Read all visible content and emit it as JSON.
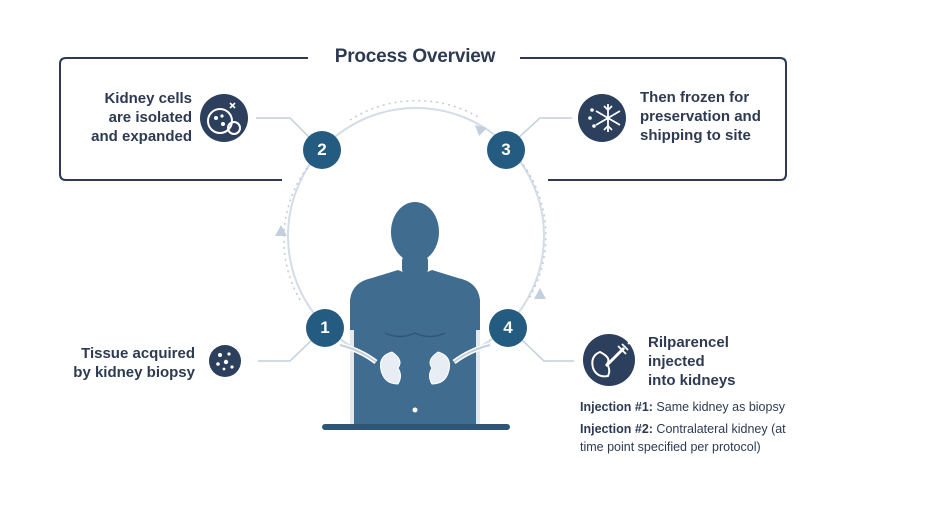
{
  "title": "Process Overview",
  "steps": [
    {
      "number": "1",
      "label_lines": [
        "Tissue acquired",
        "by kidney biopsy"
      ]
    },
    {
      "number": "2",
      "label_lines": [
        "Kidney cells",
        "are isolated",
        "and expanded"
      ]
    },
    {
      "number": "3",
      "label_lines": [
        "Then frozen for",
        "preservation and",
        "shipping to site"
      ]
    },
    {
      "number": "4",
      "label_lines": [
        "Rilparencel",
        "injected",
        "into kidneys"
      ]
    }
  ],
  "injections": [
    {
      "label": "Injection #1:",
      "text": "Same kidney as biopsy"
    },
    {
      "label": "Injection #2:",
      "text": "Contralateral kidney (at",
      "text2": "time point specified per protocol)"
    }
  ],
  "colors": {
    "badge": "#245b80",
    "body": "#3f6c8f",
    "icon": "#2c3f5c",
    "frame": "#2e3a52",
    "cycle": "#cdd7e3"
  },
  "icons": [
    "cell-culture-icon",
    "snowflake-icon",
    "biopsy-cells-icon",
    "syringe-kidney-icon"
  ]
}
